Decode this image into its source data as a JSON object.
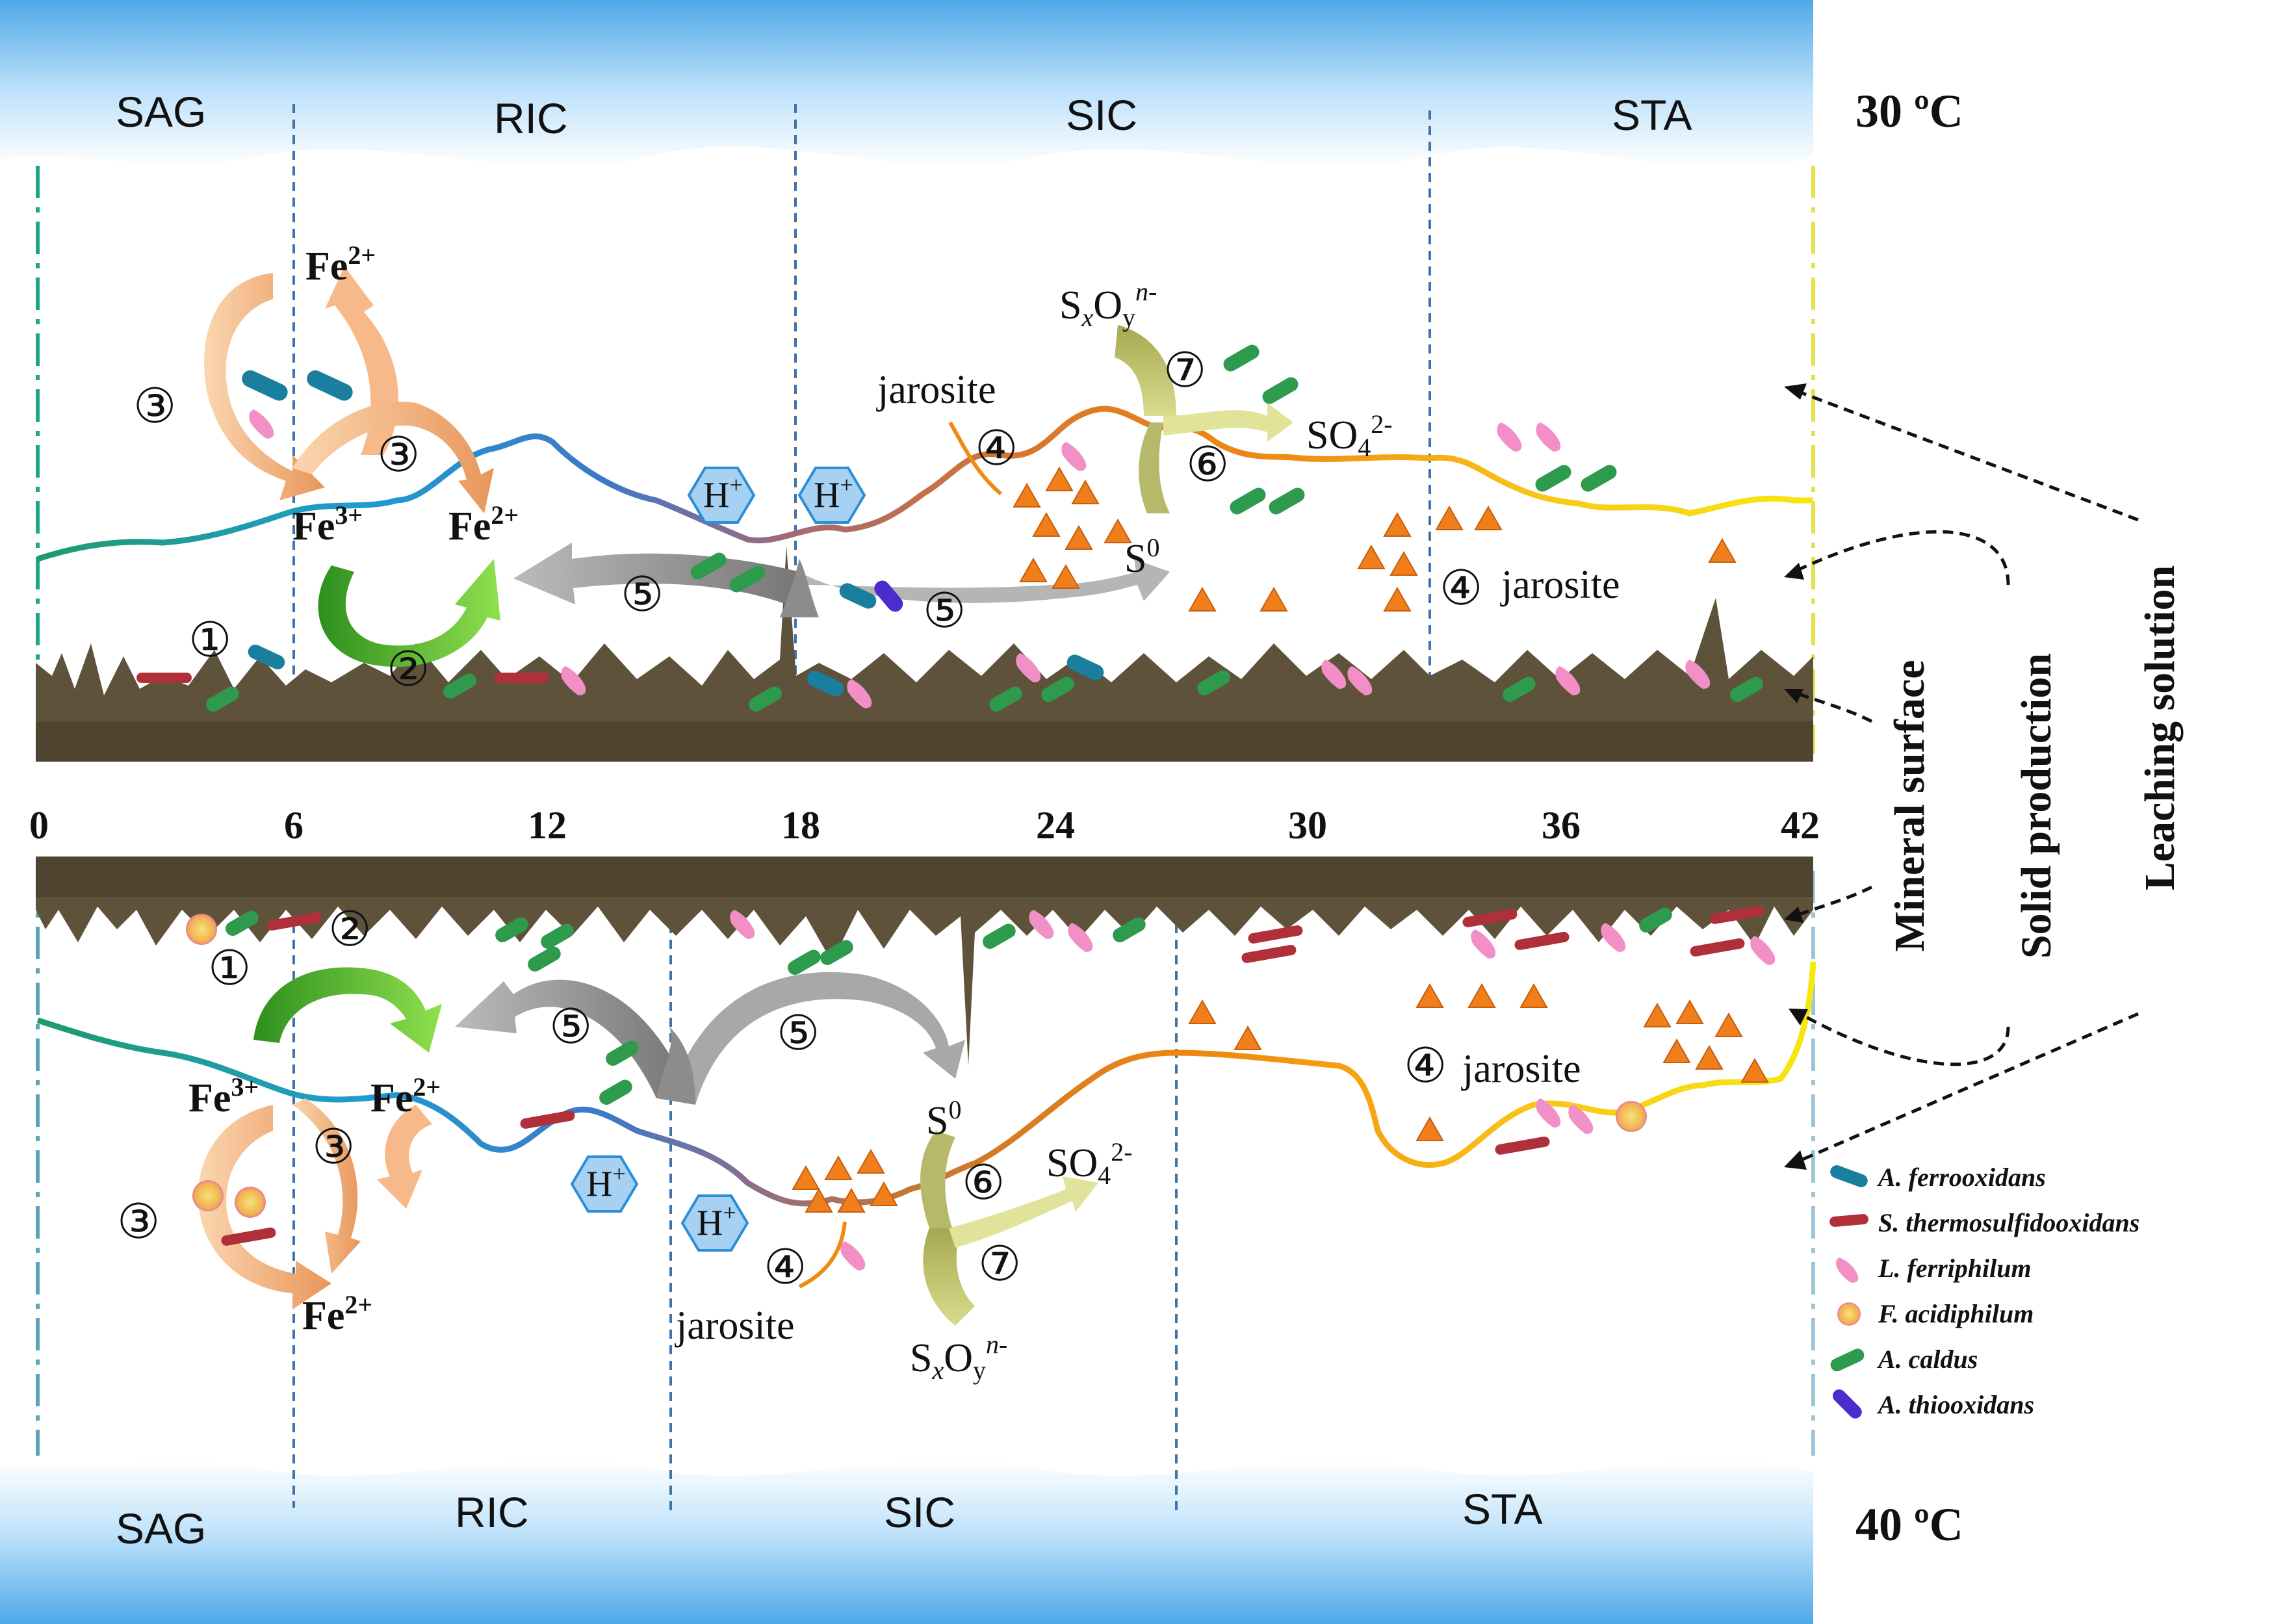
{
  "top_panel": {
    "temperature": "30 ºC",
    "zones": [
      "SAG",
      "RIC",
      "SIC",
      "STA"
    ],
    "labels": {
      "fe2_upper": "Fe",
      "fe2_upper_sup": "2+",
      "fe3": "Fe",
      "fe3_sup": "3+",
      "fe2_lower": "Fe",
      "fe2_lower_sup": "2+",
      "h1": "H",
      "h1_sup": "+",
      "h2": "H",
      "h2_sup": "+",
      "jarosite_1": "jarosite",
      "jarosite_2": "jarosite",
      "sxoy_s": "S",
      "sxoy_x": "x",
      "sxoy_o": "O",
      "sxoy_y": "y",
      "sxoy_n": "n-",
      "so4": "SO",
      "so4_sub": "4",
      "so4_sup": "2-",
      "s0": "S",
      "s0_sup": "0"
    },
    "steps": [
      "③",
      "③",
      "①",
      "②",
      "⑤",
      "⑤",
      "④",
      "⑦",
      "⑥",
      "④"
    ]
  },
  "axis": {
    "ticks": [
      "0",
      "6",
      "12",
      "18",
      "24",
      "30",
      "36",
      "42"
    ]
  },
  "bottom_panel": {
    "temperature": "40 ºC",
    "zones": [
      "SAG",
      "RIC",
      "SIC",
      "STA"
    ],
    "labels": {
      "fe3": "Fe",
      "fe3_sup": "3+",
      "fe2_a": "Fe",
      "fe2_a_sup": "2+",
      "fe2_b": "Fe",
      "fe2_b_sup": "2+",
      "h1": "H",
      "h1_sup": "+",
      "h2": "H",
      "h2_sup": "+",
      "s0": "S",
      "s0_sup": "0",
      "so4": "SO",
      "so4_sub": "4",
      "so4_sup": "2-",
      "jarosite_1": "jarosite",
      "jarosite_2": "jarosite",
      "sxoy_s": "S",
      "sxoy_x": "x",
      "sxoy_o": "O",
      "sxoy_y": "y",
      "sxoy_n": "n-"
    },
    "steps": [
      "①",
      "②",
      "③",
      "③",
      "⑤",
      "⑤",
      "⑥",
      "⑦",
      "④",
      "④"
    ]
  },
  "side_labels": {
    "mineral_surface": "Mineral surface",
    "solid_production": "Solid production",
    "leaching_solution": "Leaching solution"
  },
  "legend": [
    {
      "name": "A. ferrooxidans",
      "icon": "blue-rod-icon",
      "color": "#1a7f9e"
    },
    {
      "name": "S. thermosulfidooxidans",
      "icon": "red-rod-icon",
      "color": "#b0303a"
    },
    {
      "name": "L. ferriphilum",
      "icon": "pink-curved-rod-icon",
      "color": "#f28fc6"
    },
    {
      "name": "F. acidiphilum",
      "icon": "orange-coccus-icon",
      "color": "#f5c16a"
    },
    {
      "name": "A. caldus",
      "icon": "green-rod-icon",
      "color": "#2e9a4e"
    },
    {
      "name": "A. thiooxidans",
      "icon": "purple-rod-icon",
      "color": "#4a2ccf"
    }
  ]
}
